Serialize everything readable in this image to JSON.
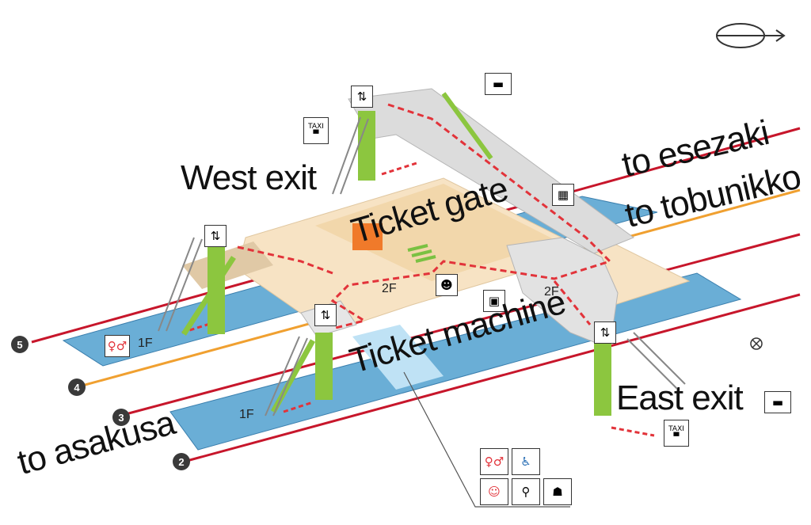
{
  "map": {
    "labels": {
      "west_exit": "West exit",
      "east_exit": "East exit",
      "ticket_gate": "Ticket gate",
      "ticket_machine": "Ticket machine",
      "to_esezaki": "to esezaki",
      "to_tobunikko": "to tobunikko",
      "to_asakusa": "to asakusa"
    },
    "floors": {
      "f2_center": "2F",
      "f2_right": "2F",
      "f1_left": "1F",
      "f1_bottom": "1F"
    },
    "platforms": [
      "5",
      "4",
      "3",
      "2"
    ],
    "icons": {
      "taxi_text": "TAXI",
      "elevator": "elevator-icon",
      "bus": "bus-icon",
      "coin_locker": "locker-icon",
      "station_staff": "staff-icon",
      "ticket_machine": "ticket-machine-icon",
      "restroom": "restroom-icon",
      "accessible": "wheelchair-icon",
      "baby_care": "baby-care-icon",
      "diaper": "diaper-changing-icon",
      "multipurpose": "person-icon",
      "compass": "compass-icon",
      "no_entry": "no-entry-icon"
    },
    "colors": {
      "platform_blue": "#6aaed6",
      "concourse_beige": "#f7e3c4",
      "corridor_gray": "#dcdcdc",
      "route_red": "#e2333a",
      "track_red": "#c7162b",
      "track_orange": "#f0a030",
      "stair_green": "#8cc63f"
    }
  }
}
